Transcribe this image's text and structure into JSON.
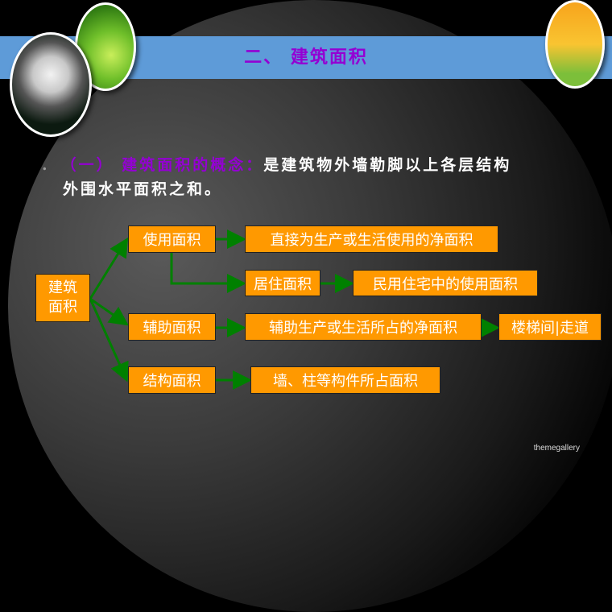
{
  "title": "二、  建筑面积",
  "bullet": {
    "term": "（一） 建筑面积的概念：",
    "text1": "是建筑物外墙勒脚以上各层结构",
    "text2": "外围水平面积之和。"
  },
  "diagram": {
    "root": "建筑面积",
    "use_area": "使用面积",
    "use_desc": "直接为生产或生活使用的净面积",
    "living_area": "居住面积",
    "living_desc": "民用住宅中的使用面积",
    "aux_area": "辅助面积",
    "aux_desc": "辅助生产或生活所占的净面积",
    "aux_example": "楼梯间|走道",
    "struct_area": "结构面积",
    "struct_desc": "墙、柱等构件所占面积"
  },
  "colors": {
    "band": "#5e9bd8",
    "title": "#9400d3",
    "box": "#ff9900",
    "connector": "#008000"
  },
  "footer": "themegallery"
}
